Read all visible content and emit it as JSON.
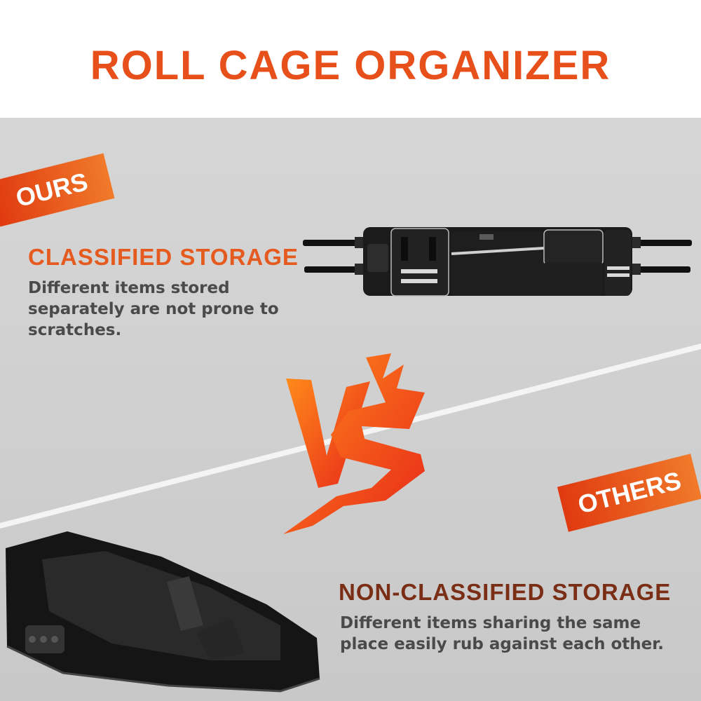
{
  "header": {
    "title": "ROLL CAGE ORGANIZER"
  },
  "ours": {
    "tag": "OURS",
    "heading": "CLASSIFIED STORAGE",
    "description": "Different items stored separately are not prone to scratches.",
    "image": "roll-cage-organizer-bag"
  },
  "versus": {
    "label": "VS"
  },
  "others": {
    "tag": "OTHERS",
    "heading": "NON-CLASSIFIED STORAGE",
    "description": "Different items sharing the same place easily rub against each other.",
    "image": "single-compartment-bag"
  },
  "colors": {
    "accent": "#e8501b",
    "dark_accent": "#7a2e15",
    "text": "#4a4a4a",
    "panel": "#d2d2d2"
  }
}
